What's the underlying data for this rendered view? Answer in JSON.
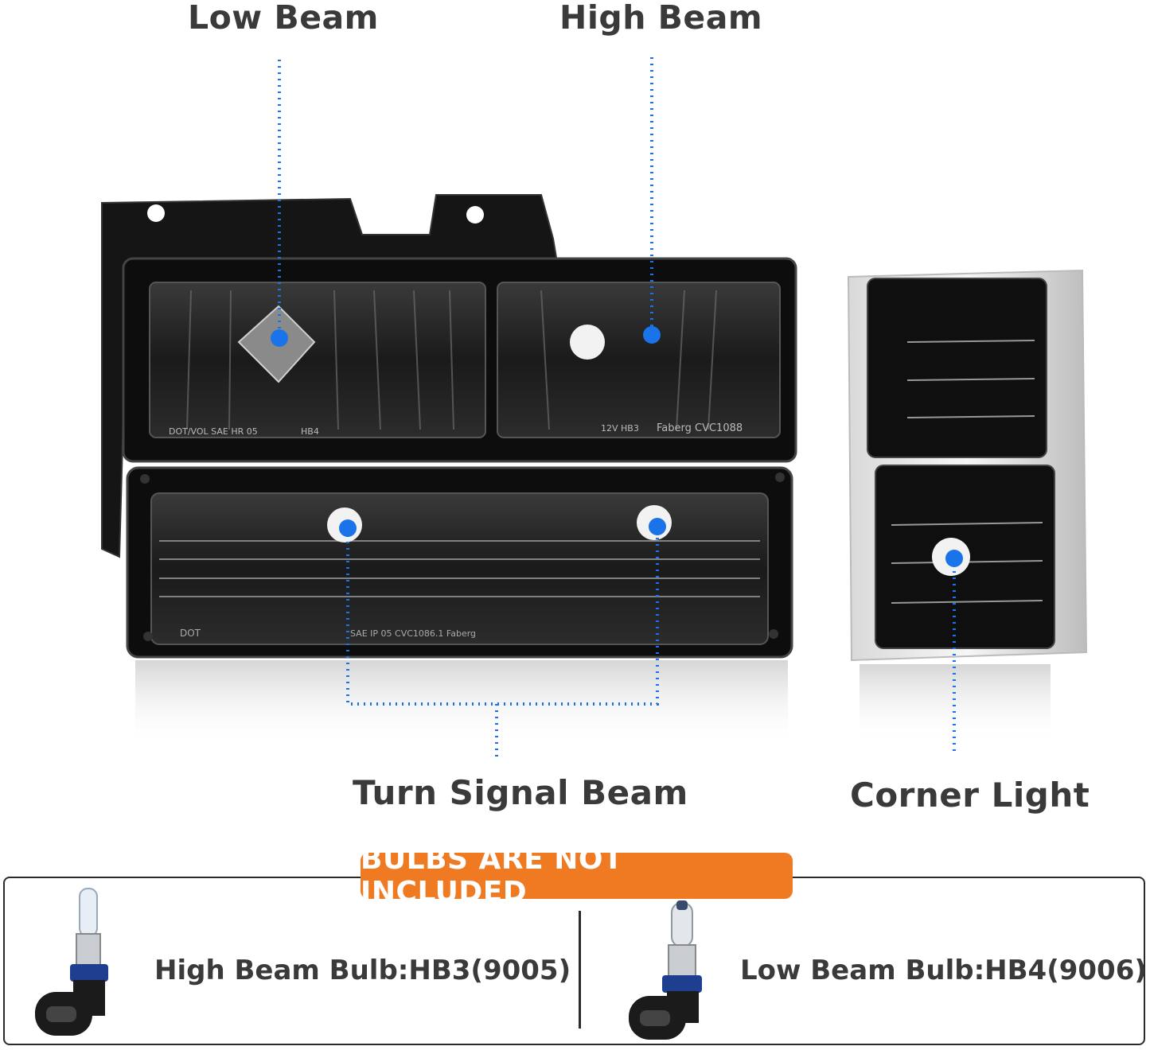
{
  "callouts": {
    "low_beam": "Low Beam",
    "high_beam": "High Beam",
    "turn_signal": "Turn Signal Beam",
    "corner_light": "Corner Light"
  },
  "housing_markings": {
    "low_beam_lens": "DOT/VOL SAE HR 05",
    "low_beam_code": "HB4",
    "high_beam_code": "12V HB3",
    "high_beam_brand": "Faberg CVC1088",
    "turn_lens_left": "DOT",
    "turn_lens": "SAE IP 05 CVC1086.1 Faberg"
  },
  "notice": "BULBS ARE NOT INCLUDED",
  "bulbs": {
    "high": "High Beam Bulb:HB3(9005)",
    "low": "Low Beam Bulb:HB4(9006)"
  },
  "colors": {
    "marker": "#1a73e8",
    "notice_bg": "#f07a22",
    "label_text": "#3a3a3a",
    "housing": "#111111"
  }
}
